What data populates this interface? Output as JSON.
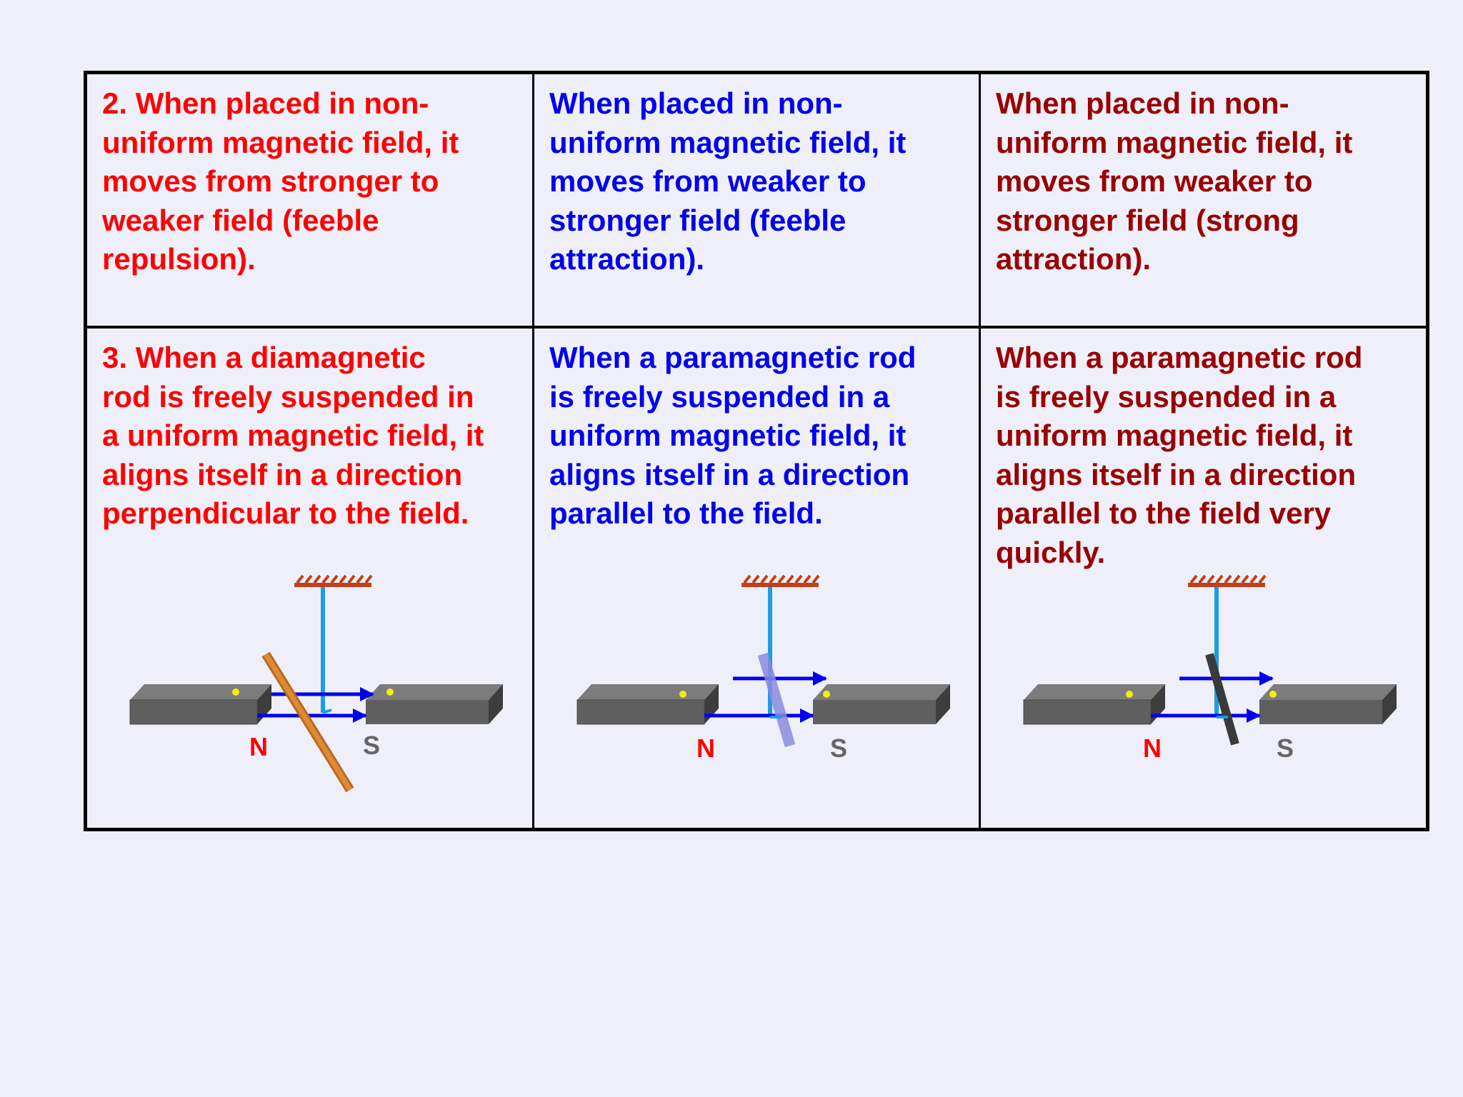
{
  "rows": [
    {
      "cells": [
        {
          "text": "2. When placed in non-\nuniform magnetic field, it\nmoves from stronger to\nweaker field (feeble\nrepulsion).",
          "color": "#ff0000"
        },
        {
          "text": "When placed in non-\nuniform magnetic field, it\nmoves from weaker to\nstronger field (feeble\nattraction).",
          "color": "#0000ee"
        },
        {
          "text": "When placed in non-\nuniform magnetic field, it\nmoves from weaker to\nstronger field (strong\nattraction).",
          "color": "#990000"
        }
      ]
    },
    {
      "cells": [
        {
          "text": "3.  When a diamagnetic\nrod is freely suspended in\na uniform magnetic field, it\naligns itself in a direction\nperpendicular to the field.",
          "color": "#ff0000"
        },
        {
          "text": "When a paramagnetic rod\nis freely suspended in a\nuniform magnetic field, it\naligns itself in a direction\nparallel to the field.",
          "color": "#0000ee"
        },
        {
          "text": "When a paramagnetic rod\nis freely suspended in a\nuniform magnetic field, it\naligns itself in a direction\nparallel to the field very\nquickly.",
          "color": "#990000"
        }
      ]
    }
  ],
  "diagram_labels": {
    "north": "N",
    "south": "S"
  },
  "colors": {
    "background": "#efeff9",
    "border": "#000000",
    "magnet": "#5f5f5f",
    "thread": "#1e9be6",
    "field_arrow": "#0000ee",
    "support": "#c0401a",
    "diamagnetic_rod": "#d9822b",
    "paramagnetic_rod": "#8a8ae0",
    "ferromagnetic_rod": "#3a3a3a",
    "north_label": "#ff0000",
    "south_label": "#666666"
  },
  "icons": [
    "ceiling-support-icon",
    "magnet-block-icon",
    "field-arrow-icon",
    "suspended-rod-icon"
  ]
}
